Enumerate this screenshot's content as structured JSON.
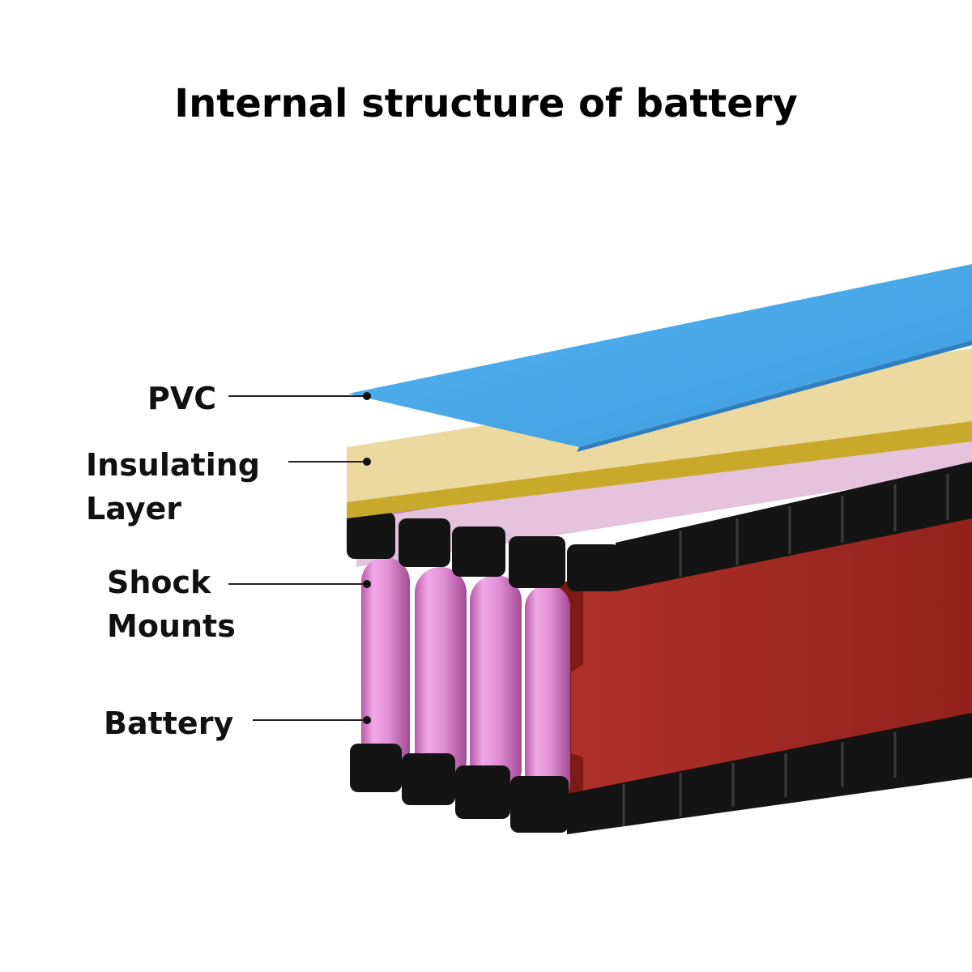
{
  "title": "Internal structure of battery",
  "labels": {
    "pvc": "PVC",
    "insulating_line1": "Insulating",
    "insulating_line2": "Layer",
    "shock_line1": "Shock",
    "shock_line2": "Mounts",
    "battery": "Battery"
  },
  "colors": {
    "pvc_sheet": "#4aa8e8",
    "insulating_sheet": "#ecd9a0",
    "insulating_edge": "#c9a92c",
    "wrap": "#a82a20",
    "cells": "#e28fd6",
    "mounts": "#141414"
  }
}
